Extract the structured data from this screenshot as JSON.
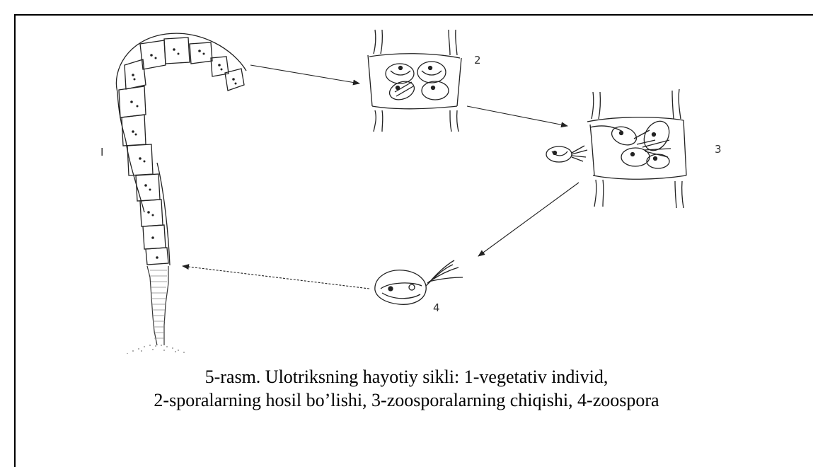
{
  "figure": {
    "labels": {
      "stage1": "I",
      "stage2": "2",
      "stage3": "3",
      "stage4": "4"
    },
    "caption": {
      "line1": "5-rasm. Ulotriksning hayotiy sikli: 1-vegetativ individ,",
      "line2": "2-sporalarning hosil bo’lishi, 3-zoosporalarning chiqishi, 4-zoospora"
    }
  }
}
